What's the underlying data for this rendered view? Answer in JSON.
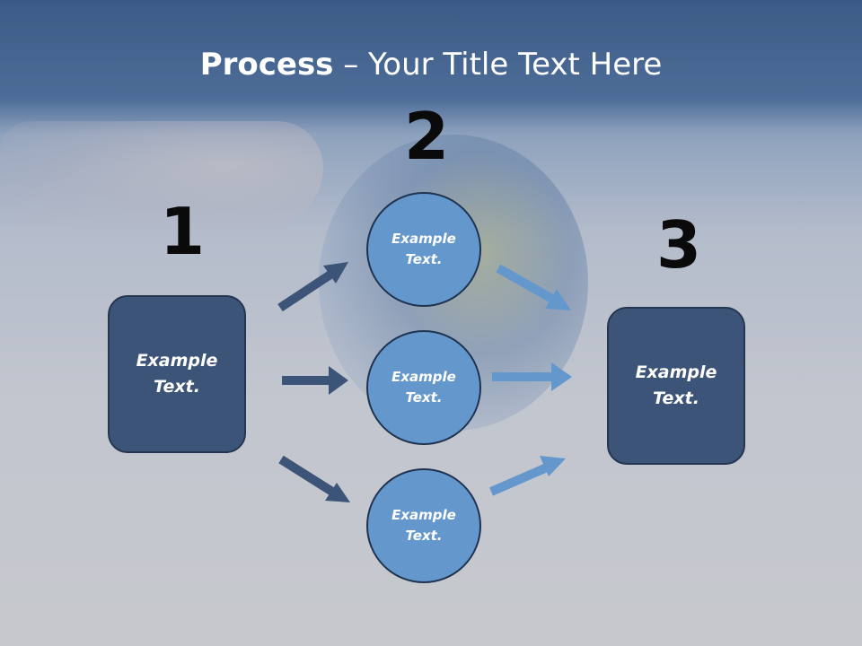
{
  "slide": {
    "title_strong": "Process",
    "title_rest": " – Your Title Text Here"
  },
  "steps": {
    "one": {
      "number": "1",
      "label_line1": "Example",
      "label_line2": "Text."
    },
    "two": {
      "number": "2"
    },
    "three": {
      "number": "3",
      "label_line1": "Example",
      "label_line2": "Text."
    }
  },
  "circles": [
    {
      "label_line1": "Example",
      "label_line2": "Text."
    },
    {
      "label_line1": "Example",
      "label_line2": "Text."
    },
    {
      "label_line1": "Example",
      "label_line2": "Text."
    }
  ],
  "colors": {
    "box_fill": "#3c5478",
    "circle_fill": "#6497cc",
    "arrow_dark": "#3c5478",
    "arrow_light": "#6497cc"
  }
}
